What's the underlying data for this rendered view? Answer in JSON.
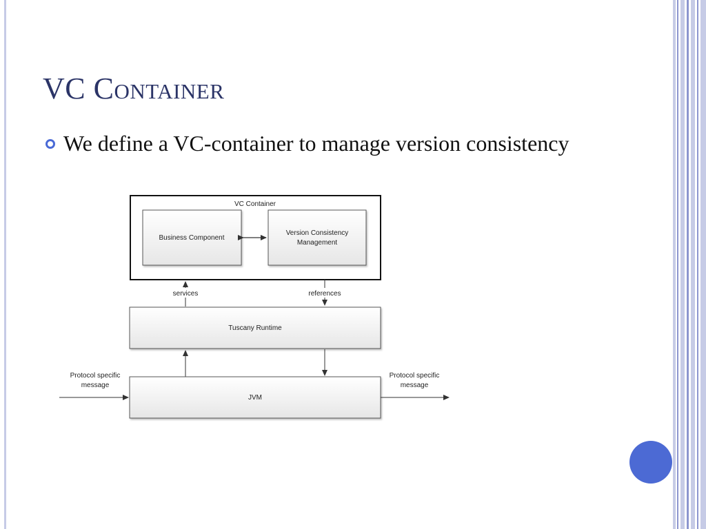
{
  "slide": {
    "title": "VC Container",
    "bullets": [
      "We define a VC-container to manage version consistency"
    ]
  },
  "diagram": {
    "container_label": "VC Container",
    "business_component": "Business Component",
    "vcm_line1": "Version Consistency",
    "vcm_line2": "Management",
    "services_label": "services",
    "references_label": "references",
    "runtime_label": "Tuscany Runtime",
    "jvm_label": "JVM",
    "in_msg_line1": "Protocol specific",
    "in_msg_line2": "message",
    "out_msg_line1": "Protocol specific",
    "out_msg_line2": "message"
  },
  "colors": {
    "title": "#2b3467",
    "accent": "#4c6ad4",
    "stripe_light": "#c6cbe6",
    "stripe_dark": "#8c95cf"
  }
}
